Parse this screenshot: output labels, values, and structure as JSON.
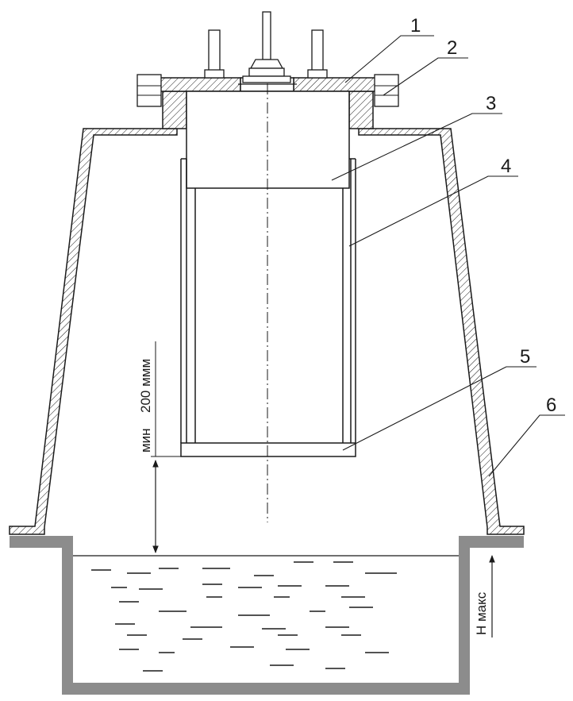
{
  "callouts": [
    "1",
    "2",
    "3",
    "4",
    "5",
    "6"
  ],
  "dimension": {
    "prefix": "мин",
    "value": "200 ммм"
  },
  "level": {
    "label": "H макс"
  },
  "colors": {
    "line": "#1a1a1a",
    "pit_wall": "#8c8c8c",
    "background": "#ffffff"
  }
}
